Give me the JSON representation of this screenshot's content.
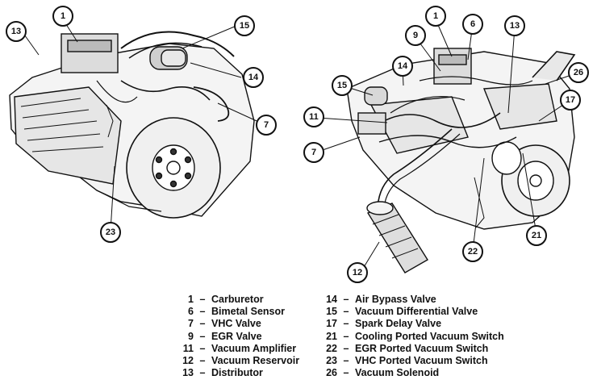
{
  "callouts_left": [
    {
      "id": "c-l-1",
      "num": "1"
    },
    {
      "id": "c-l-13",
      "num": "13"
    },
    {
      "id": "c-l-15",
      "num": "15"
    },
    {
      "id": "c-l-14",
      "num": "14"
    },
    {
      "id": "c-l-7",
      "num": "7"
    },
    {
      "id": "c-l-23",
      "num": "23"
    }
  ],
  "callouts_right": [
    {
      "id": "c-r-1",
      "num": "1"
    },
    {
      "id": "c-r-6",
      "num": "6"
    },
    {
      "id": "c-r-9",
      "num": "9"
    },
    {
      "id": "c-r-13",
      "num": "13"
    },
    {
      "id": "c-r-14",
      "num": "14"
    },
    {
      "id": "c-r-26",
      "num": "26"
    },
    {
      "id": "c-r-15",
      "num": "15"
    },
    {
      "id": "c-r-17",
      "num": "17"
    },
    {
      "id": "c-r-11",
      "num": "11"
    },
    {
      "id": "c-r-7",
      "num": "7"
    },
    {
      "id": "c-r-22",
      "num": "22"
    },
    {
      "id": "c-r-21",
      "num": "21"
    },
    {
      "id": "c-r-12",
      "num": "12"
    }
  ],
  "legend_left": [
    {
      "num": "1",
      "dash": "–",
      "label": "Carburetor"
    },
    {
      "num": "6",
      "dash": "–",
      "label": "Bimetal Sensor"
    },
    {
      "num": "7",
      "dash": "–",
      "label": "VHC Valve"
    },
    {
      "num": "9",
      "dash": "–",
      "label": "EGR Valve"
    },
    {
      "num": "11",
      "dash": "–",
      "label": "Vacuum Amplifier"
    },
    {
      "num": "12",
      "dash": "–",
      "label": "Vacuum Reservoir"
    },
    {
      "num": "13",
      "dash": "–",
      "label": "Distributor"
    }
  ],
  "legend_right": [
    {
      "num": "14",
      "dash": "–",
      "label": "Air Bypass Valve"
    },
    {
      "num": "15",
      "dash": "–",
      "label": "Vacuum Differential Valve"
    },
    {
      "num": "17",
      "dash": "–",
      "label": "Spark Delay Valve"
    },
    {
      "num": "21",
      "dash": "–",
      "label": "Cooling Ported Vacuum Switch"
    },
    {
      "num": "22",
      "dash": "–",
      "label": "EGR Ported Vacuum Switch"
    },
    {
      "num": "23",
      "dash": "–",
      "label": "VHC Ported Vacuum Switch"
    },
    {
      "num": "26",
      "dash": "–",
      "label": "Vacuum Solenoid"
    }
  ]
}
